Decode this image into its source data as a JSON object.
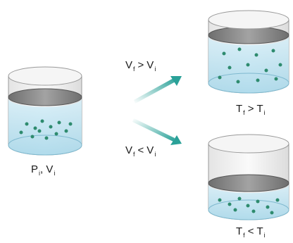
{
  "labels": {
    "initial_p": "P",
    "initial_p_sub": "i",
    "initial_sep": ",",
    "initial_v": "V",
    "initial_v_sub": "i",
    "up_left": "V",
    "up_left_sub": "f",
    "up_op": ">",
    "up_right": "V",
    "up_right_sub": "i",
    "down_left": "V",
    "down_left_sub": "f",
    "down_op": "<",
    "down_right": "V",
    "down_right_sub": "i",
    "top_left": "T",
    "top_left_sub": "f",
    "top_op": ">",
    "top_right": "T",
    "top_right_sub": "i",
    "bottom_left": "T",
    "bottom_left_sub": "f",
    "bottom_op": "<",
    "bottom_right": "T",
    "bottom_right_sub": "i"
  },
  "colors": {
    "liquid": "#c8e7f3",
    "liquid_dark": "#9fd1e6",
    "piston": "#8c8c8c",
    "arrow": "#2aa198",
    "molecule": "#2e8b6e"
  }
}
